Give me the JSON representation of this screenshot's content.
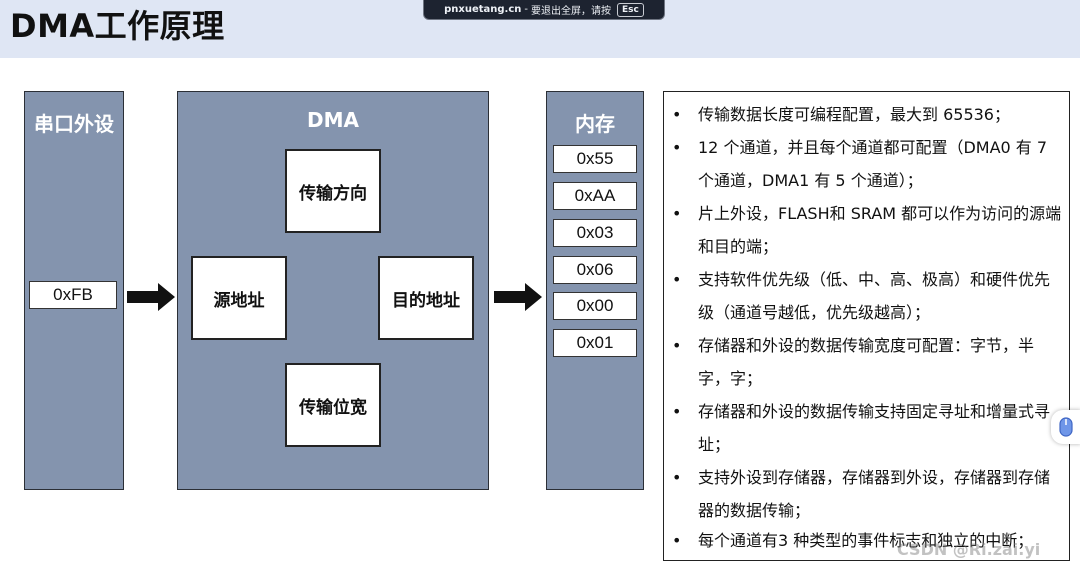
{
  "page": {
    "title": "DMA工作原理"
  },
  "fullscreen_banner": {
    "host": "pnxuetang.cn",
    "separator": "-",
    "message": "要退出全屏，请按",
    "key": "Esc"
  },
  "peripheral": {
    "title": "串口外设",
    "register": "0xFB"
  },
  "dma": {
    "title": "DMA",
    "transfer_direction": "传输方向",
    "source_address": "源地址",
    "destination_address": "目的地址",
    "transfer_width": "传输位宽"
  },
  "memory": {
    "title": "内存",
    "cells": [
      "0x55",
      "0xAA",
      "0x03",
      "0x06",
      "0x00",
      "0x01"
    ]
  },
  "notes": {
    "bullet": "•",
    "items": [
      "传输数据长度可编程配置，最大到 65536；",
      "12 个通道，并且每个通道都可配置（DMA0 有 7 个通道，DMA1 有 5 个通道）；",
      "片上外设，FLASH和 SRAM 都可以作为访问的源端和目的端；",
      "支持软件优先级（低、中、高、极高）和硬件优先级（通道号越低，优先级越高）；",
      "存储器和外设的数据传输宽度可配置：字节，半字，字；",
      "存储器和外设的数据传输支持固定寻址和增量式寻址；",
      "支持外设到存储器，存储器到外设，存储器到存储器的数据传输；",
      "每个通道有3 种类型的事件标志和独立的中断；"
    ]
  },
  "watermark": "CSDN @Ri.zai.yi",
  "colors": {
    "panel": "#8494ae",
    "header_band": "#dfe6f4",
    "arrow": "#111111"
  }
}
